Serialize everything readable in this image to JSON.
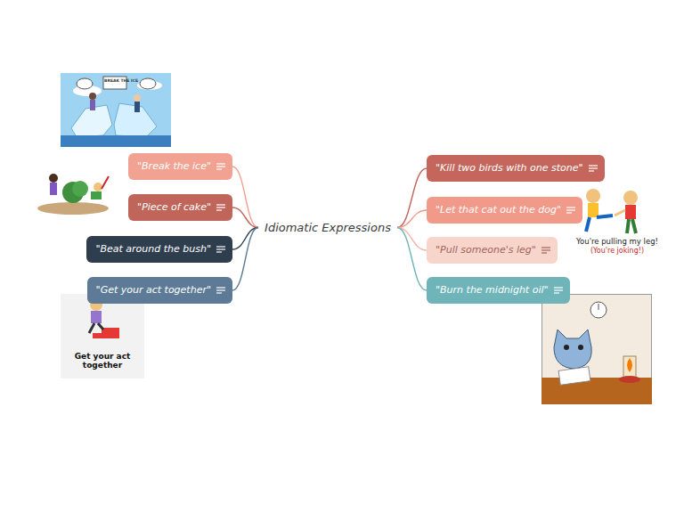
{
  "diagram": {
    "nodes": [
      {
        "text": [
          "Idiomatic Expressions"
        ]
      },
      {
        "text": [
          "\"Break the ice\""
        ]
      },
      {
        "text": [
          "\"Piece of cake\""
        ]
      },
      {
        "text": [
          "\"Beat around the bush\""
        ]
      },
      {
        "text": [
          "\"Get your act together\""
        ]
      },
      {
        "text": [
          "\"Kill two birds with one stone\""
        ]
      },
      {
        "text": [
          "\"Let that cat out the dog\""
        ]
      },
      {
        "text": [
          "\"Pull someone's leg\""
        ]
      },
      {
        "text": [
          "\"Burn the midnight oil\""
        ]
      }
    ],
    "edges": [
      {
        "from": 0,
        "to": 1,
        "arrow": "none"
      },
      {
        "from": 0,
        "to": 2,
        "arrow": "none"
      },
      {
        "from": 0,
        "to": 3,
        "arrow": "none"
      },
      {
        "from": 0,
        "to": 4,
        "arrow": "none"
      },
      {
        "from": 0,
        "to": 5,
        "arrow": "none"
      },
      {
        "from": 0,
        "to": 6,
        "arrow": "none"
      },
      {
        "from": 0,
        "to": 7,
        "arrow": "none"
      },
      {
        "from": 0,
        "to": 8,
        "arrow": "none"
      }
    ],
    "labels": [
      "BREAK THE ICE",
      "Get your act together",
      "You're pulling my leg!",
      "(You're joking!)"
    ]
  }
}
